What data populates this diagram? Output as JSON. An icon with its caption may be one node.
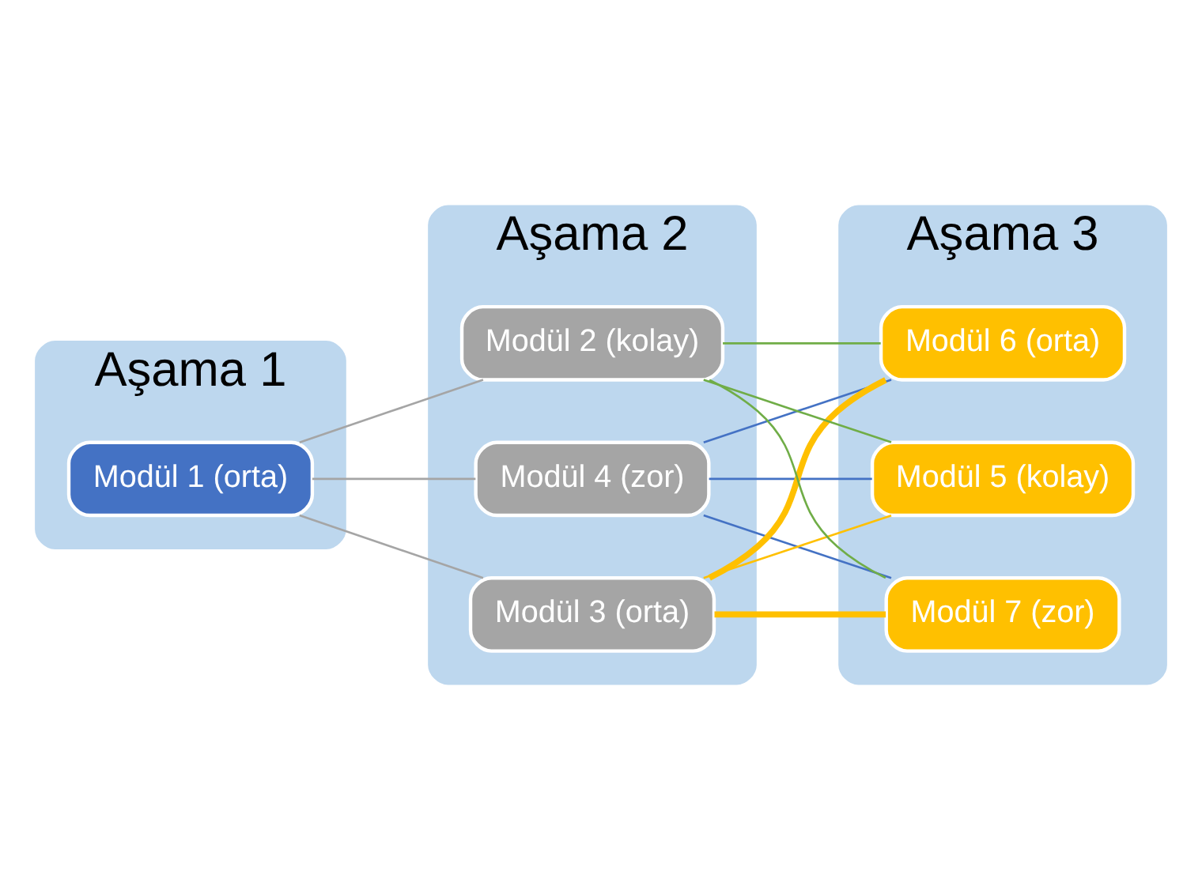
{
  "diagram": {
    "nodes": [
      {
        "text": [
          "Aşama 1"
        ]
      },
      {
        "text": [
          "Modül 1 (orta)"
        ],
        "in": 0
      },
      {
        "text": [
          "Aşama 2"
        ]
      },
      {
        "text": [
          "Modül 4 (zor)"
        ],
        "in": 2
      },
      {
        "text": [
          "Modül 3 (orta)"
        ],
        "in": 2
      },
      {
        "text": [
          "Modül 2 (kolay)"
        ],
        "in": 2
      },
      {
        "text": [
          "Aşama 3"
        ]
      },
      {
        "text": [
          "Modül 7 (zor)"
        ],
        "in": 6
      },
      {
        "text": [
          "Modül 6 (orta)"
        ],
        "in": 6
      },
      {
        "text": [
          "Modül 5 (kolay)"
        ],
        "in": 6
      }
    ],
    "edges": [
      {
        "from": 1,
        "to": 3,
        "arrow": "none",
        "color": "#a5a5a5"
      },
      {
        "from": 1,
        "to": 4,
        "arrow": "none",
        "color": "#a5a5a5"
      },
      {
        "from": 1,
        "to": 5,
        "arrow": "none",
        "color": "#a5a5a5"
      },
      {
        "from": 3,
        "to": 7,
        "arrow": "none",
        "color": "#4472c4"
      },
      {
        "from": 3,
        "to": 8,
        "arrow": "none",
        "color": "#4472c4"
      },
      {
        "from": 3,
        "to": 9,
        "arrow": "none",
        "color": "#4472c4"
      },
      {
        "from": 4,
        "to": 7,
        "arrow": "none",
        "style": "thick",
        "color": "#ffc000"
      },
      {
        "from": 4,
        "to": 8,
        "arrow": "none",
        "style": "thick",
        "color": "#ffc000"
      },
      {
        "from": 4,
        "to": 9,
        "arrow": "none",
        "color": "#ffc000"
      },
      {
        "from": 5,
        "to": 7,
        "arrow": "none",
        "color": "#70ad47"
      },
      {
        "from": 5,
        "to": 8,
        "arrow": "none",
        "color": "#70ad47"
      },
      {
        "from": 5,
        "to": 9,
        "arrow": "none",
        "color": "#70ad47"
      }
    ]
  }
}
